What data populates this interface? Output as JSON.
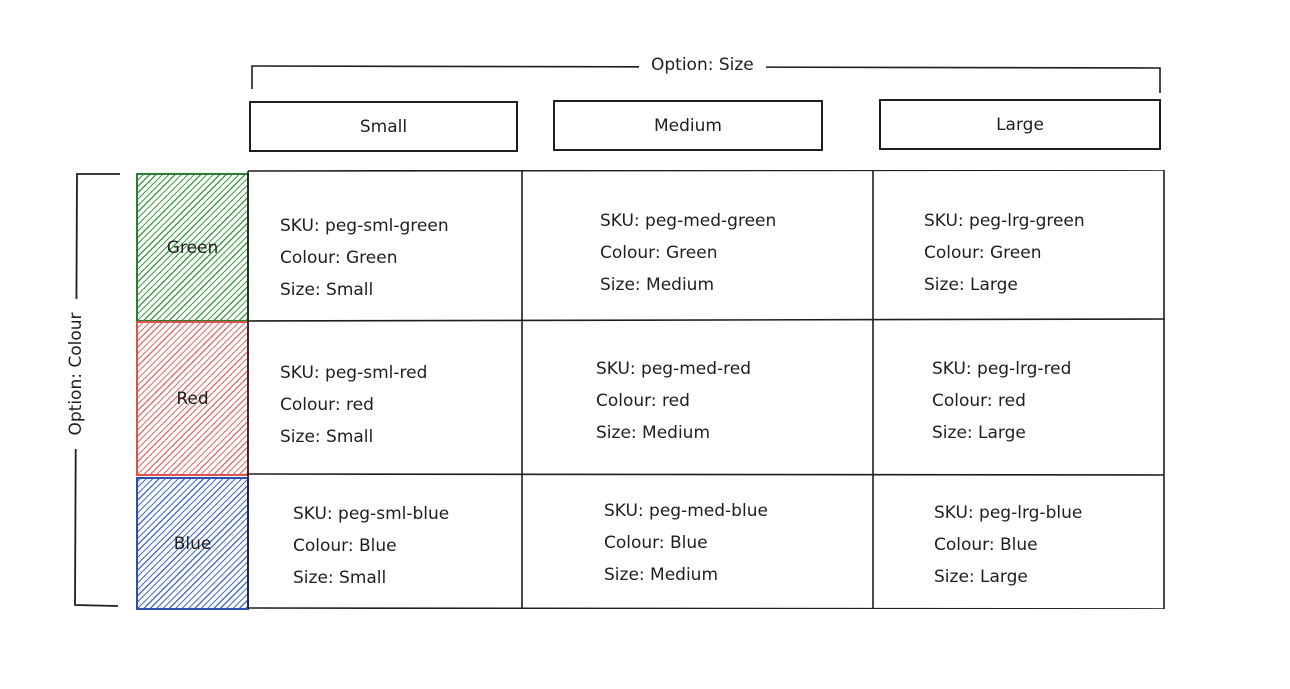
{
  "size_option": {
    "label": "Option: Size",
    "sizes": [
      "Small",
      "Medium",
      "Large"
    ]
  },
  "colour_option": {
    "label": "Option: Colour",
    "colours": [
      {
        "name": "Green",
        "stroke": "#2f7d32",
        "hatch": "#43a047"
      },
      {
        "name": "Red",
        "stroke": "#d9534f",
        "hatch": "#e57373"
      },
      {
        "name": "Blue",
        "stroke": "#2c4fb3",
        "hatch": "#4a6fd6"
      }
    ]
  },
  "variants": [
    [
      {
        "sku": "SKU: peg-sml-green",
        "colour": "Colour: Green",
        "size": "Size: Small"
      },
      {
        "sku": "SKU: peg-med-green",
        "colour": "Colour: Green",
        "size": "Size: Medium"
      },
      {
        "sku": "SKU: peg-lrg-green",
        "colour": "Colour: Green",
        "size": "Size: Large"
      }
    ],
    [
      {
        "sku": "SKU: peg-sml-red",
        "colour": "Colour: red",
        "size": "Size: Small"
      },
      {
        "sku": "SKU: peg-med-red",
        "colour": "Colour: red",
        "size": "Size: Medium"
      },
      {
        "sku": "SKU: peg-lrg-red",
        "colour": "Colour: red",
        "size": "Size: Large"
      }
    ],
    [
      {
        "sku": "SKU: peg-sml-blue",
        "colour": "Colour: Blue",
        "size": "Size: Small"
      },
      {
        "sku": "SKU: peg-med-blue",
        "colour": "Colour: Blue",
        "size": "Size: Medium"
      },
      {
        "sku": "SKU: peg-lrg-blue",
        "colour": "Colour: Blue",
        "size": "Size: Large"
      }
    ]
  ]
}
